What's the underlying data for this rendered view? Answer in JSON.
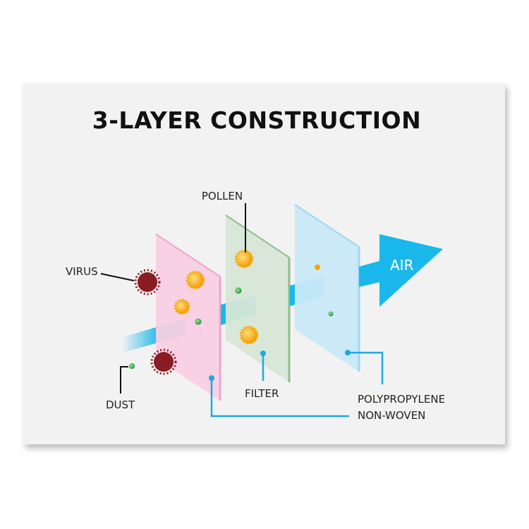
{
  "title": "3-LAYER CONSTRUCTION",
  "labels": {
    "pollen": "POLLEN",
    "virus": "VIRUS",
    "dust": "DUST",
    "filter": "FILTER",
    "polypropylene_line1": "POLYPROPYLENE",
    "polypropylene_line2": "NON-WOVEN",
    "air": "AIR"
  },
  "colors": {
    "air": "#1ab8ea",
    "pink": "#f8cfe3",
    "green": "#d6e6d6",
    "blue": "#c9e8f8",
    "virus": "#8b1c24",
    "pollen": "#f5a800"
  }
}
